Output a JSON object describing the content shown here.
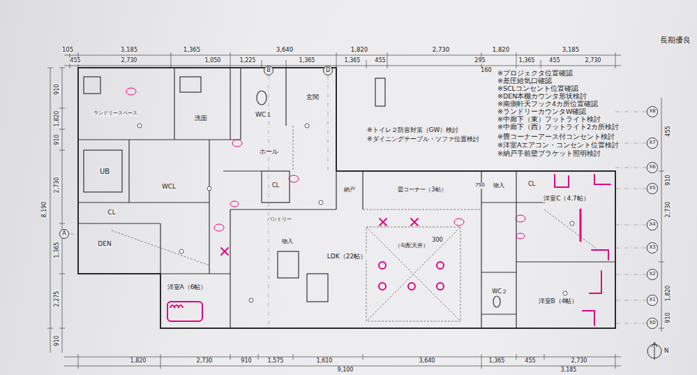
{
  "diagram": {
    "nodes": [
      {
        "text": [
          "洗面"
        ]
      },
      {
        "text": [
          "WC１"
        ]
      },
      {
        "text": [
          "玄関"
        ]
      },
      {
        "text": [
          "UB"
        ]
      },
      {
        "text": [
          "WCL"
        ]
      },
      {
        "text": [
          "ホール"
        ]
      },
      {
        "text": [
          "CL"
        ]
      },
      {
        "text": [
          "納戸"
        ]
      },
      {
        "text": [
          "畳コーナー（3帖）"
        ]
      },
      {
        "text": [
          "物入"
        ]
      },
      {
        "text": [
          "CL"
        ]
      },
      {
        "text": [
          "CL"
        ]
      },
      {
        "text": [
          "DEN"
        ]
      },
      {
        "text": [
          "物入"
        ]
      },
      {
        "text": [
          "LDK（22帖）"
        ]
      },
      {
        "text": [
          "洋室A（6帖）"
        ]
      },
      {
        "text": [
          "洋室C（4.7帖）"
        ]
      },
      {
        "text": [
          "WC２"
        ]
      },
      {
        "text": [
          "洋室B（4帖）"
        ]
      },
      {
        "text": [
          "B"
        ]
      },
      {
        "text": [
          "D"
        ]
      },
      {
        "text": [
          "A"
        ]
      },
      {
        "text": [
          "X8"
        ]
      },
      {
        "text": [
          "X7"
        ]
      },
      {
        "text": [
          "X6"
        ]
      },
      {
        "text": [
          "X5"
        ]
      },
      {
        "text": [
          "X4"
        ]
      },
      {
        "text": [
          "X3"
        ]
      },
      {
        "text": [
          "X2"
        ]
      },
      {
        "text": [
          "X1"
        ]
      },
      {
        "text": [
          "X0"
        ]
      }
    ],
    "labels": [
      "長期優良",
      "105",
      "3,185",
      "1,365",
      "3,640",
      "1,820",
      "2,730",
      "1,820",
      "3,185",
      "455",
      "2,730",
      "1,050",
      "1,225",
      "1,365",
      "1,365",
      "455",
      "295",
      "1,365",
      "455",
      "2,730",
      "160",
      "1,820",
      "2,730",
      "910",
      "1,575",
      "1,610",
      "3,640",
      "1,365",
      "455",
      "2,730",
      "9,100",
      "3,185",
      "910",
      "1,820",
      "910",
      "2,730",
      "1,365",
      "2,275",
      "910",
      "8,190",
      "455",
      "910",
      "2,730",
      "1,820",
      "910",
      "※プロジェクタ位置確認",
      "※差圧給気口確認",
      "※SCLコンセント位置確認",
      "※DEN本棚カウンタ形状検討",
      "※南側軒天フック4カ所位置確認",
      "※ランドリーカウンタW確認",
      "※中廊下（東）フットライト検討",
      "※中廊下（西）フットライト2カ所検討",
      "※畳コーナーアース付コンセント検討",
      "※洋室Aエアコン・コンセント位置検討",
      "※納戸手前壁ブラケット照明検討",
      "※トイレ２防音対策（GW）検討",
      "※ダイニングテーブル・ソファ位置検討",
      "（勾配天井）",
      "ランドリースペース",
      "パントリー",
      "300",
      "750",
      "N"
    ]
  }
}
